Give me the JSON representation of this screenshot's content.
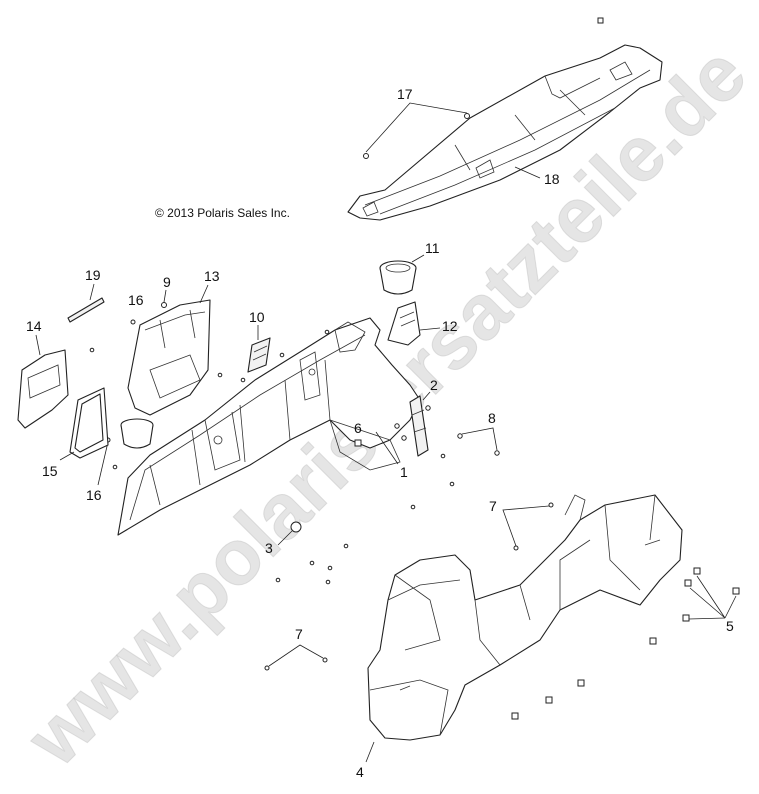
{
  "watermark": "www.polaris-ersatzteile.de",
  "copyright": "© 2013 Polaris Sales Inc.",
  "callouts": {
    "c1": "1",
    "c2": "2",
    "c3": "3",
    "c4": "4",
    "c5": "5",
    "c6": "6",
    "c7a": "7",
    "c7b": "7",
    "c8": "8",
    "c9": "9",
    "c10": "10",
    "c11": "11",
    "c12": "12",
    "c13": "13",
    "c14": "14",
    "c15": "15",
    "c16a": "16",
    "c16b": "16",
    "c17": "17",
    "c18": "18",
    "c19": "19"
  }
}
